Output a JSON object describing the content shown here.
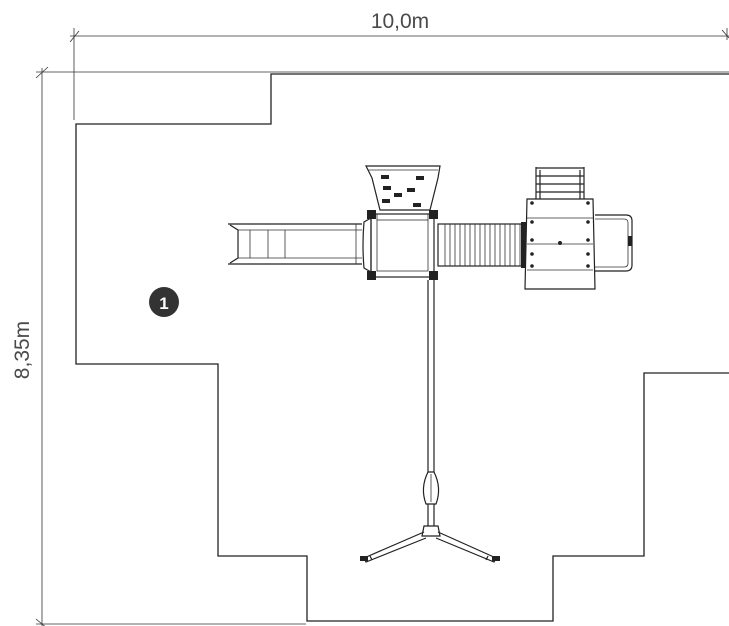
{
  "dimensions": {
    "width_label": "10,0m",
    "height_label": "8,35m"
  },
  "marker": {
    "label": "1"
  },
  "colors": {
    "line": "#222222",
    "dimension_text": "#4a4a4a",
    "marker_fill": "#333333"
  }
}
